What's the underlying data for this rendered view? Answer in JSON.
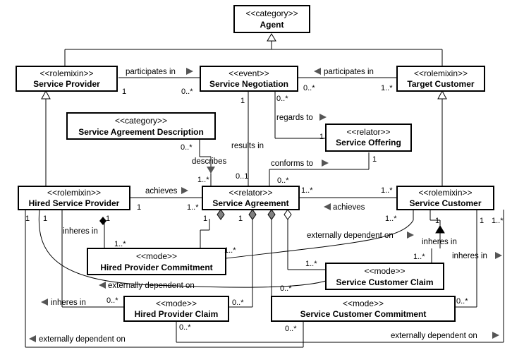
{
  "classes": {
    "agent": {
      "stereotype": "<<category>>",
      "name": "Agent"
    },
    "service_provider": {
      "stereotype": "<<rolemixin>>",
      "name": "Service Provider"
    },
    "service_negotiation": {
      "stereotype": "<<event>>",
      "name": "Service Negotiation"
    },
    "target_customer": {
      "stereotype": "<<rolemixin>>",
      "name": "Target Customer"
    },
    "service_agreement_description": {
      "stereotype": "<<category>>",
      "name": "Service Agreement Description"
    },
    "service_offering": {
      "stereotype": "<<relator>>",
      "name": "Service Offering"
    },
    "hired_service_provider": {
      "stereotype": "<<rolemixin>>",
      "name": "Hired Service Provider"
    },
    "service_agreement": {
      "stereotype": "<<relator>>",
      "name": "Service Agreement"
    },
    "service_customer": {
      "stereotype": "<<rolemixin>>",
      "name": "Service Customer"
    },
    "hired_provider_commitment": {
      "stereotype": "<<mode>>",
      "name": "Hired Provider Commitment"
    },
    "service_customer_claim": {
      "stereotype": "<<mode>>",
      "name": "Service Customer Claim"
    },
    "hired_provider_claim": {
      "stereotype": "<<mode>>",
      "name": "Hired Provider Claim"
    },
    "service_customer_commitment": {
      "stereotype": "<<mode>>",
      "name": "Service Customer Commitment"
    }
  },
  "labels": {
    "participates_in_left": "participates in",
    "participates_in_right": "participates in",
    "regards_to": "regards to",
    "results_in": "results in",
    "describes": "describes",
    "conforms_to": "conforms to",
    "achieves_left": "achieves",
    "achieves_right": "achieves",
    "externally_dependent_on_top": "externally dependent on",
    "externally_dependent_on_mid": "externally dependent on",
    "externally_dependent_on_bottom_left": "externally dependent on",
    "externally_dependent_on_bottom_right": "externally dependent on",
    "inheres_in_hsp": "inheres in",
    "inheres_in_sc": "inheres in",
    "inheres_in_sc_right": "inheres in",
    "inheres_in_hpc": "inheres in"
  },
  "multiplicities": {
    "sp_neg_1": "1",
    "sp_neg_2": "0..*",
    "neg_tc_1": "0..*",
    "neg_tc_2": "1..*",
    "neg_so_1": "0..*",
    "neg_so_2": "1",
    "sad_sa_1": "0..*",
    "sad_sa_2": "1..*",
    "neg_sa_1": "1",
    "neg_sa_2": "0..1",
    "so_sa_1": "1",
    "so_sa_2": "0..*",
    "hsp_sa_1": "1",
    "hsp_sa_2": "1..*",
    "sa_sc_1": "1..*",
    "sa_sc_2": "1..*",
    "sc_1": "1",
    "sc_2": "1",
    "sc_3": "1..*",
    "sc_4": "1..*",
    "hsp_1": "1",
    "hsp_2": "1",
    "hsp_3": "1",
    "hpc_1": "1..*",
    "hpc_2": "1..*",
    "sa_1": "1",
    "sa_2": "1",
    "scc_1": "1..*",
    "scc_2": "1..*",
    "scm_1": "0..*",
    "scm_2": "0..*",
    "hpcl_1": "0..*",
    "hpcl_2": "0..*",
    "hpcl_3": "0..*",
    "scm_3": "0..*"
  }
}
